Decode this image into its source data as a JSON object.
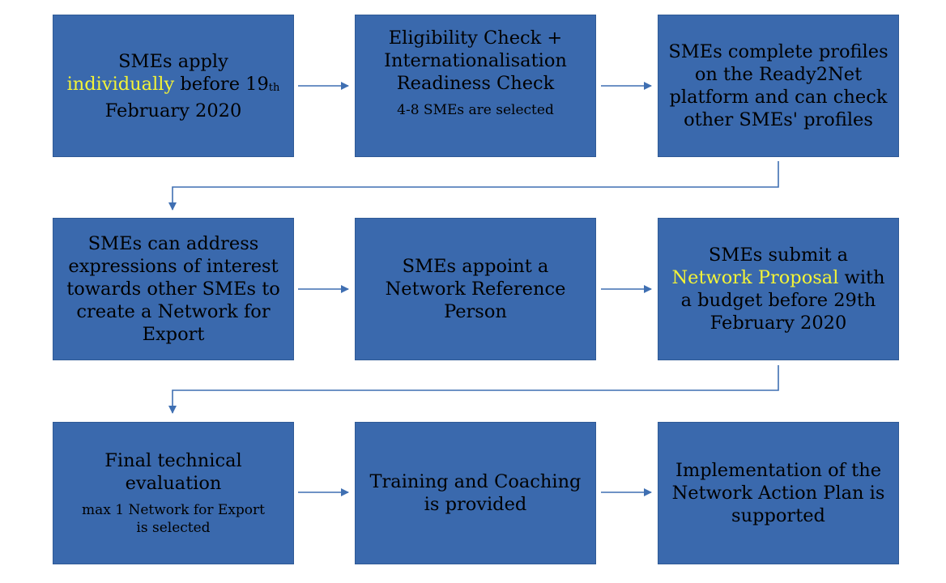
{
  "colors": {
    "box_fill": "#3a69ad",
    "arrow": "#3f6fb2",
    "highlight": "#f4f436",
    "text": "#000000"
  },
  "steps": [
    {
      "pre": "SMEs apply",
      "highlight": "individually",
      "mid": " before 19",
      "sup": "th",
      "post": "February 2020"
    },
    {
      "text": "Eligibility Check +\nInternationalisation\nReadiness Check",
      "note": "4-8 SMEs are selected"
    },
    {
      "text": "SMEs complete profiles\non the Ready2Net\nplatform and can check\nother SMEs' profiles"
    },
    {
      "text": "SMEs can address\nexpressions of interest\ntowards other SMEs to\ncreate a Network for\nExport"
    },
    {
      "text": "SMEs appoint a\nNetwork Reference\nPerson"
    },
    {
      "pre": "SMEs submit a",
      "highlight": "Network Proposal",
      "post": " with\na budget before 29th\nFebruary 2020"
    },
    {
      "text": "Final technical\nevaluation",
      "note": "max 1 Network for Export\nis selected"
    },
    {
      "text": "Training and Coaching\nis provided"
    },
    {
      "text": "Implementation of the\nNetwork Action Plan is\nsupported"
    }
  ]
}
